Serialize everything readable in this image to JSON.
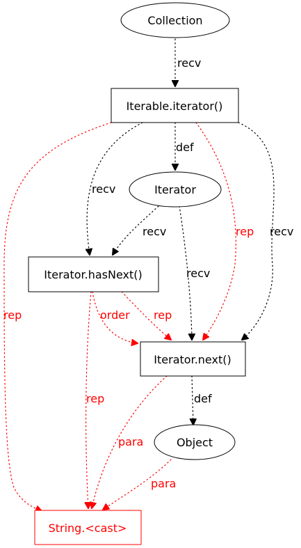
{
  "colors": {
    "black": "#000000",
    "red": "#ff0000"
  },
  "nodes": {
    "collection": {
      "label": "Collection",
      "shape": "ellipse",
      "color": "black"
    },
    "iterable_iterator": {
      "label": "Iterable.iterator()",
      "shape": "box",
      "color": "black"
    },
    "iterator": {
      "label": "Iterator",
      "shape": "ellipse",
      "color": "black"
    },
    "iterator_hasnext": {
      "label": "Iterator.hasNext()",
      "shape": "box",
      "color": "black"
    },
    "iterator_next": {
      "label": "Iterator.next()",
      "shape": "box",
      "color": "black"
    },
    "object": {
      "label": "Object",
      "shape": "ellipse",
      "color": "black"
    },
    "string_cast": {
      "label": "String.<cast>",
      "shape": "box",
      "color": "red"
    }
  },
  "edges": [
    {
      "id": "e1",
      "from": "Collection",
      "to": "Iterable.iterator()",
      "label": "recv",
      "color": "black"
    },
    {
      "id": "e2",
      "from": "Iterable.iterator()",
      "to": "Iterator",
      "label": "def",
      "color": "black"
    },
    {
      "id": "e3",
      "from": "Iterable.iterator()",
      "to": "Iterator.hasNext()",
      "label": "recv",
      "color": "black"
    },
    {
      "id": "e4",
      "from": "Iterable.iterator()",
      "to": "Iterator.next()",
      "label": "recv",
      "color": "black"
    },
    {
      "id": "e5",
      "from": "Iterable.iterator()",
      "to": "Iterator.next()",
      "label": "rep",
      "color": "red"
    },
    {
      "id": "e6",
      "from": "Iterable.iterator()",
      "to": "String.<cast>",
      "label": "rep",
      "color": "red"
    },
    {
      "id": "e7",
      "from": "Iterator",
      "to": "Iterator.hasNext()",
      "label": "recv",
      "color": "black"
    },
    {
      "id": "e8",
      "from": "Iterator",
      "to": "Iterator.next()",
      "label": "recv",
      "color": "black"
    },
    {
      "id": "e9",
      "from": "Iterator.hasNext()",
      "to": "Iterator.next()",
      "label": "order",
      "color": "red"
    },
    {
      "id": "e10",
      "from": "Iterator.hasNext()",
      "to": "Iterator.next()",
      "label": "rep",
      "color": "red"
    },
    {
      "id": "e11",
      "from": "Iterator.hasNext()",
      "to": "String.<cast>",
      "label": "rep",
      "color": "red"
    },
    {
      "id": "e12",
      "from": "Iterator.next()",
      "to": "Object",
      "label": "def",
      "color": "black"
    },
    {
      "id": "e13",
      "from": "Iterator.next()",
      "to": "String.<cast>",
      "label": "para",
      "color": "red"
    },
    {
      "id": "e14",
      "from": "Object",
      "to": "String.<cast>",
      "label": "para",
      "color": "red"
    }
  ]
}
